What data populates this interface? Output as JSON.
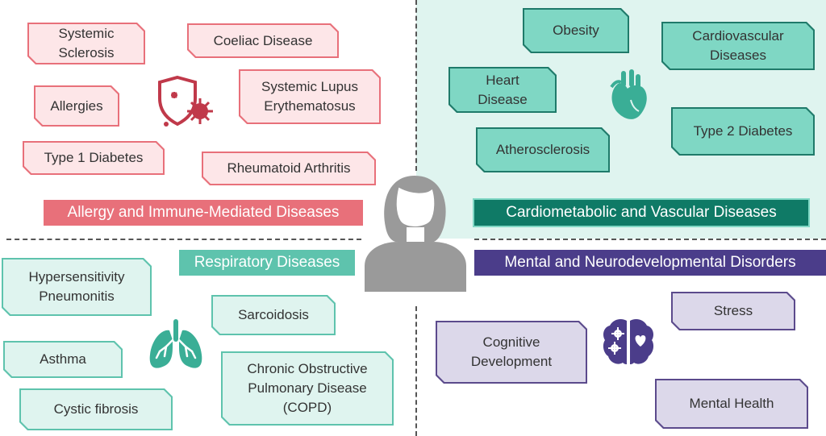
{
  "colors": {
    "red": "#e8707a",
    "red_light": "#fde6e8",
    "teal_light": "#5ec3ad",
    "teal_dark": "#1f7a6a",
    "teal_bg": "#dff4ef",
    "purple": "#5b4a8c",
    "purple_light": "#dcd8ea",
    "person": "#9a9a9a"
  },
  "center_icon": "person-silhouette-icon",
  "quadrants": {
    "allergy": {
      "label": "Allergy and Immune-Mediated Diseases",
      "icon": "virus-shield-icon",
      "items": [
        "Systemic\nSclerosis",
        "Coeliac Disease",
        "Allergies",
        "Systemic Lupus\nErythematosus",
        "Type 1 Diabetes",
        "Rheumatoid Arthritis"
      ]
    },
    "cardio": {
      "label": "Cardiometabolic and Vascular Diseases",
      "icon": "heart-organ-icon",
      "items": [
        "Obesity",
        "Cardiovascular\nDiseases",
        "Heart\nDisease",
        "Type 2 Diabetes",
        "Atherosclerosis"
      ]
    },
    "respiratory": {
      "label": "Respiratory Diseases",
      "icon": "lungs-icon",
      "items": [
        "Hypersensitivity\nPneumonitis",
        "Sarcoidosis",
        "Asthma",
        "Chronic Obstructive\nPulmonary Disease\n(COPD)",
        "Cystic fibrosis"
      ]
    },
    "mental": {
      "label": "Mental and Neurodevelopmental Disorders",
      "icon": "brain-gear-heart-icon",
      "items": [
        "Stress",
        "Cognitive\nDevelopment",
        "Mental Health"
      ]
    }
  }
}
